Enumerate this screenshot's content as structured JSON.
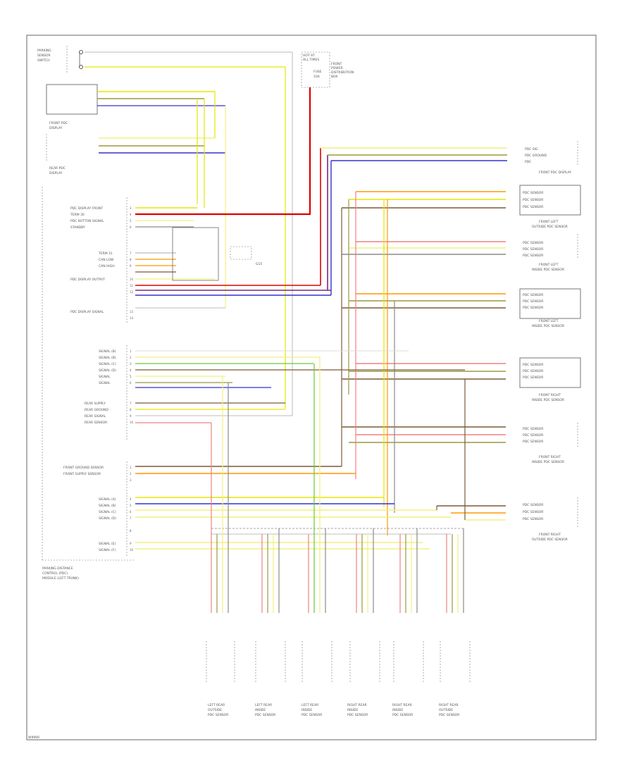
{
  "components": {
    "trip_sensor": [
      "PARKING",
      "SENSOR",
      "SWITCH"
    ],
    "front_pdc_display": [
      "FRONT PDC",
      "DISPLAY"
    ],
    "rear_pdc_display": [
      "REAR PDC",
      "DISPLAY"
    ],
    "fuse_box": [
      "HOT AT",
      "ALL TIMES",
      "FRONT",
      "POWER",
      "DISTRIBUTION",
      "BOX",
      "FUSE",
      "10A"
    ],
    "ground": [
      "G15"
    ],
    "pdc_module": [
      "PARKING DISTANCE",
      "CONTROL (PDC)",
      "MODULE (LEFT TRUNK)"
    ],
    "right_sensors": [
      [
        "FRONT LEFT",
        "OUTSIDE PDC SENSOR"
      ],
      [
        "FRONT LEFT",
        "INSIDE PDC SENSOR"
      ],
      [
        "FRONT LEFT",
        "INSIDE PDC SENSOR"
      ],
      [
        "FRONT RIGHT",
        "INSIDE PDC SENSOR"
      ],
      [
        "FRONT RIGHT",
        "INSIDE PDC SENSOR"
      ],
      [
        "FRONT RIGHT",
        "OUTSIDE PDC SENSOR"
      ]
    ],
    "bottom_sensors": [
      [
        "LEFT REAR",
        "OUTSIDE",
        "PDC SENSOR"
      ],
      [
        "LEFT REAR",
        "INSIDE",
        "PDC SENSOR"
      ],
      [
        "LEFT REAR",
        "INSIDE",
        "PDC SENSOR"
      ],
      [
        "RIGHT REAR",
        "INSIDE",
        "PDC SENSOR"
      ],
      [
        "RIGHT REAR",
        "INSIDE",
        "PDC SENSOR"
      ],
      [
        "RIGHT REAR",
        "OUTSIDE",
        "PDC SENSOR"
      ]
    ],
    "right_display": [
      "FRONT PDC DISPLAY"
    ]
  },
  "module_pins_upper": [
    {
      "pin": "3",
      "label": "PDC DISPLAY FRONT"
    },
    {
      "pin": "4",
      "label": "TERM 30"
    },
    {
      "pin": "5",
      "label": "PDC BUTTON SIGNAL"
    },
    {
      "pin": "6",
      "label": "STANDBY"
    },
    {
      "pin": "7",
      "label": "TERM 31"
    },
    {
      "pin": "8",
      "label": "CAN LOW"
    },
    {
      "pin": "9",
      "label": "CAN HIGH"
    },
    {
      "pin": "10",
      "label": "PDC DISPLAY OUTPUT"
    },
    {
      "pin": "11",
      "label": ""
    },
    {
      "pin": "12",
      "label": ""
    },
    {
      "pin": "13",
      "label": "PDC DISPLAY SIGNAL"
    },
    {
      "pin": "14",
      "label": ""
    }
  ],
  "module_pins_middle": [
    {
      "pin": "1",
      "label": "SIGNAL (B)"
    },
    {
      "pin": "2",
      "label": "SIGNAL (B)"
    },
    {
      "pin": "3",
      "label": "SIGNAL (C)"
    },
    {
      "pin": "4",
      "label": "SIGNAL (D)"
    },
    {
      "pin": "5",
      "label": "SIGNAL"
    },
    {
      "pin": "6",
      "label": "SIGNAL"
    },
    {
      "pin": "7",
      "label": "REAR SUPPLY"
    },
    {
      "pin": "8",
      "label": "REAR GROUND"
    },
    {
      "pin": "9",
      "label": "REAR SIGNAL"
    },
    {
      "pin": "10",
      "label": "REAR SENSOR"
    }
  ],
  "module_pins_lower": [
    {
      "pin": "1",
      "label": "FRONT GROUND SENSOR"
    },
    {
      "pin": "2",
      "label": "FRONT SUPPLY SENSOR"
    },
    {
      "pin": "3",
      "label": ""
    },
    {
      "pin": "4",
      "label": "SIGNAL (A)"
    },
    {
      "pin": "5",
      "label": "SIGNAL (B)"
    },
    {
      "pin": "6",
      "label": "SIGNAL (C)"
    },
    {
      "pin": "7",
      "label": "SIGNAL (D)"
    },
    {
      "pin": "8",
      "label": ""
    },
    {
      "pin": "9",
      "label": "SIGNAL (E)"
    },
    {
      "pin": "10",
      "label": "SIGNAL (F)"
    }
  ],
  "wire_colors": {
    "yellow": "#e6e600",
    "yellow_pale": "#f0f080",
    "red": "#e00000",
    "red_pale": "#f08080",
    "orange": "#ff9900",
    "blue": "#3333cc",
    "purple": "#7a2a7a",
    "green": "#66cc33",
    "brown": "#7a5a3a",
    "gray": "#8a8a8a",
    "olive": "#9a9a40",
    "dark": "#444444"
  },
  "footer_code": "W9999"
}
